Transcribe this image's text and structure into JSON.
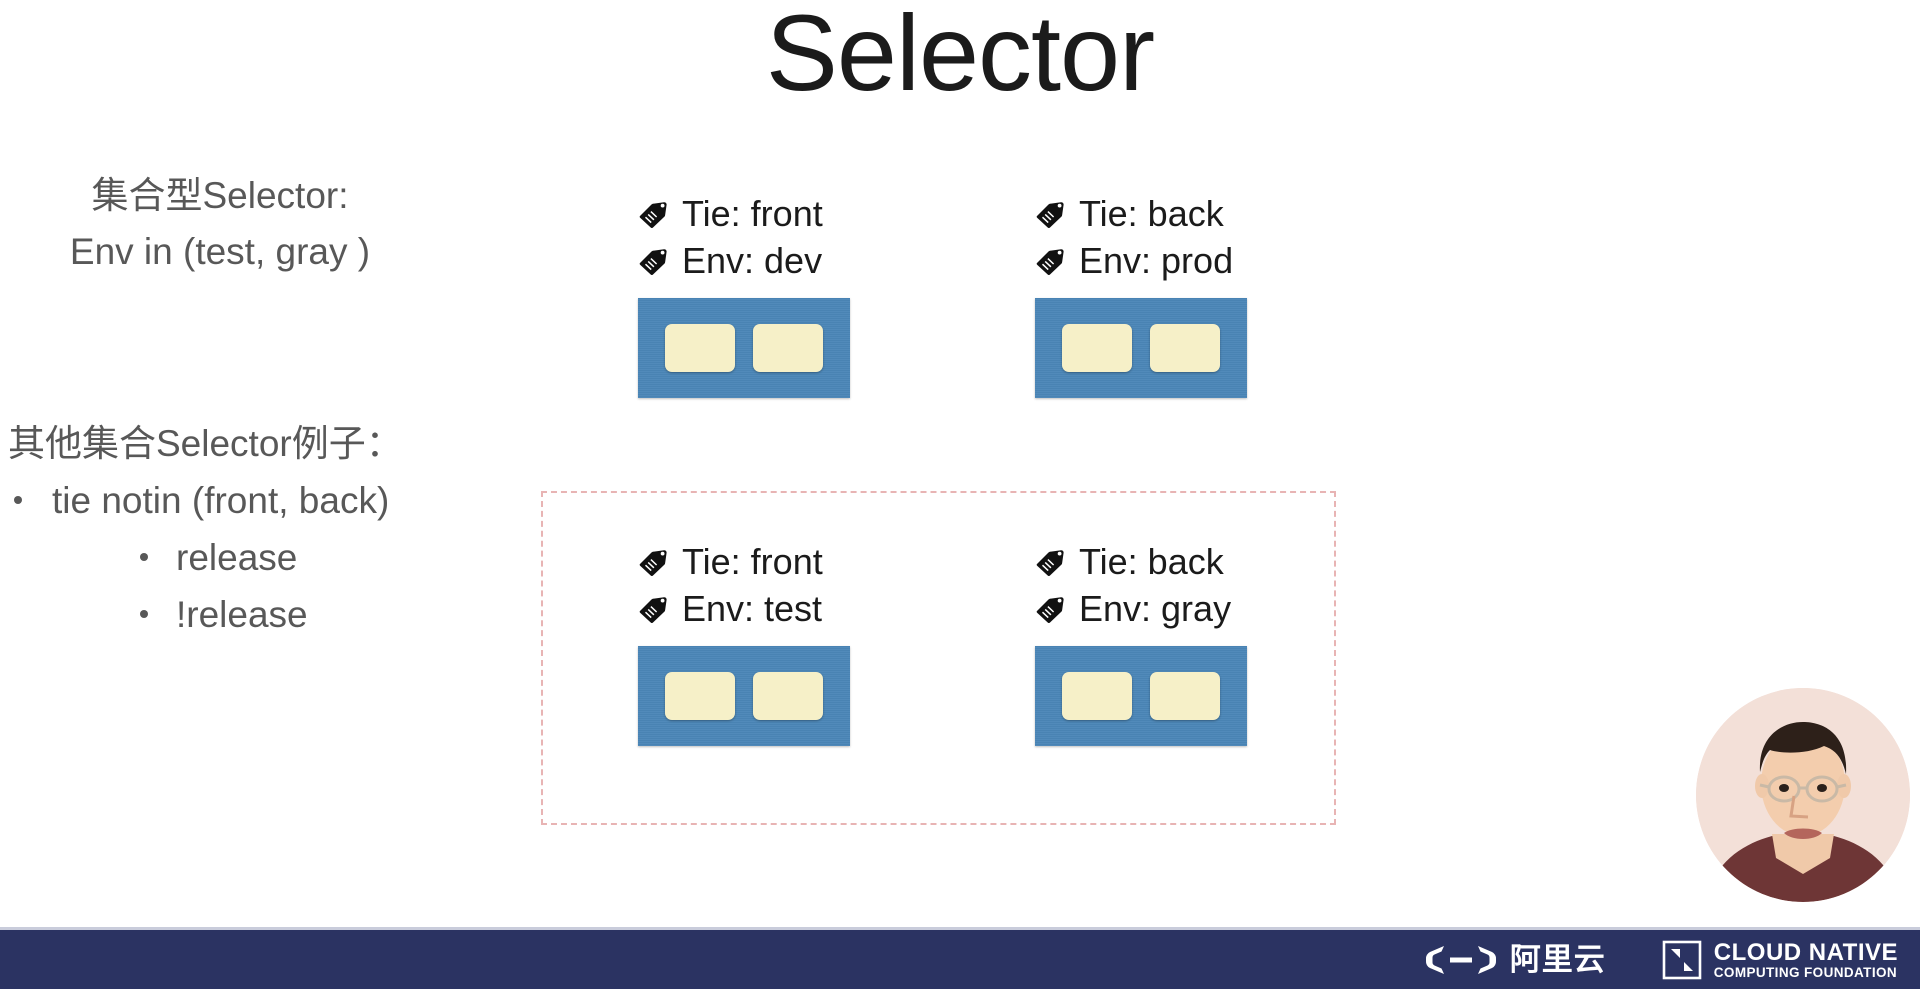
{
  "slide": {
    "title": "Selector",
    "left_notes": {
      "block1_line1": "集合型Selector:",
      "block1_line2": "Env in (test, gray )",
      "block2_heading": "其他集合Selector例子：",
      "bullets": [
        {
          "level": 1,
          "text": "tie notin (front, back)"
        },
        {
          "level": 2,
          "text": "release"
        },
        {
          "level": 2,
          "text": "!release"
        }
      ]
    },
    "pod_groups": [
      {
        "id": "group-1",
        "labels": [
          {
            "icon": "tag-icon",
            "text": "Tie: front"
          },
          {
            "icon": "tag-icon",
            "text": "Env: dev"
          }
        ],
        "containers": 2
      },
      {
        "id": "group-2",
        "labels": [
          {
            "icon": "tag-icon",
            "text": "Tie: back"
          },
          {
            "icon": "tag-icon",
            "text": "Env: prod"
          }
        ],
        "containers": 2
      },
      {
        "id": "group-3",
        "labels": [
          {
            "icon": "tag-icon",
            "text": "Tie: front"
          },
          {
            "icon": "tag-icon",
            "text": "Env: test"
          }
        ],
        "containers": 2
      },
      {
        "id": "group-4",
        "labels": [
          {
            "icon": "tag-icon",
            "text": "Tie: back"
          },
          {
            "icon": "tag-icon",
            "text": "Env: gray"
          }
        ],
        "containers": 2
      }
    ],
    "colors": {
      "pod_blue": "#4b86b7",
      "container_cream": "#f6f0c8",
      "dashed_highlight": "#e8b4b4",
      "footer_navy": "#2b3362",
      "text_gray": "#585858",
      "title_black": "#1b1b1b"
    }
  },
  "footer": {
    "alibaba_logo_text": "阿里云",
    "cncf_line1": "CLOUD NATIVE",
    "cncf_line2": "COMPUTING FOUNDATION"
  },
  "webcam": {
    "label": "presenter-video"
  }
}
